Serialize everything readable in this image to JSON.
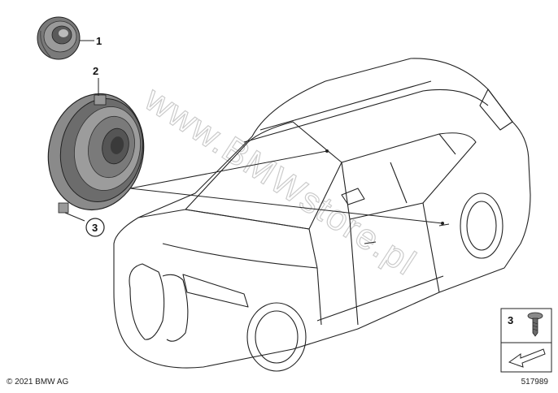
{
  "callouts": {
    "part_1": "1",
    "part_2": "2",
    "part_3": "3"
  },
  "legend_box": {
    "part_label": "3"
  },
  "footer": {
    "copyright": "© 2021 BMW AG",
    "diagram_number": "517989"
  },
  "watermark": {
    "text": "www.BMWstore.pl"
  },
  "icons": [
    "tweeter-icon",
    "speaker-icon",
    "screw-icon",
    "car-outline-icon",
    "arrow-icon"
  ],
  "colors": {
    "line": "#222222",
    "part_fill": "#8a8a8a",
    "part_dark": "#4a4a4a"
  }
}
